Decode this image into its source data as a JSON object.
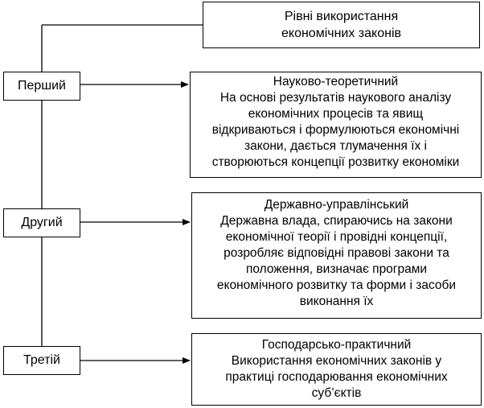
{
  "title": {
    "line1": "Рівні використання",
    "line2": "економічних законів"
  },
  "levels": [
    {
      "name": "Перший",
      "heading": "Науково-теоретичний",
      "lines": [
        "На основі результатів наукового аналізу",
        "економічних процесів та явищ",
        "відкриваються і формулюються економічні",
        "закони, дається тлумачення їх і",
        "створюються концепції розвитку економіки"
      ]
    },
    {
      "name": "Другий",
      "heading": "Державно-управлінський",
      "lines": [
        "Державна влада, спираючись на закони",
        "економічної теорії і провідні концепції,",
        "розробляє відповідні правові закони та",
        "положення, визначає програми",
        "економічного розвитку та форми і засоби",
        "виконання їх"
      ]
    },
    {
      "name": "Третій",
      "heading": "Господарсько-практичний",
      "lines": [
        "Використання економічних законів у",
        "практиці господарювання економічних",
        "суб’єктів"
      ]
    }
  ]
}
